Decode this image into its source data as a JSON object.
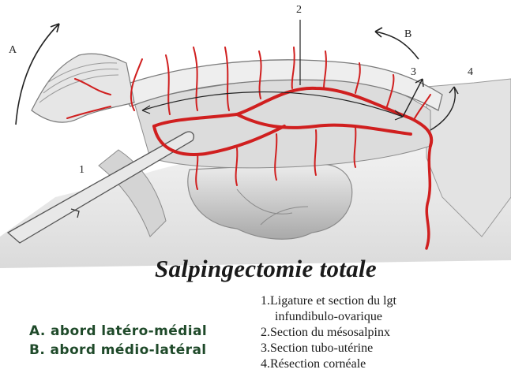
{
  "title": "Salpingectomie totale",
  "callouts": {
    "a": "A",
    "b": "B",
    "n1": "1",
    "n2": "2",
    "n3": "3",
    "n4": "4"
  },
  "approaches": [
    "A. abord latéro-médial",
    "B. abord médio-latéral"
  ],
  "steps": [
    {
      "num": "1.",
      "text": "Ligature et section du lgt",
      "cont": "infundibulo-ovarique"
    },
    {
      "num": "2.",
      "text": "Section du mésosalpinx"
    },
    {
      "num": "3.",
      "text": "Section tubo-utérine"
    },
    {
      "num": "4.",
      "text": "Résection cornéale"
    }
  ],
  "colors": {
    "vessel": "#d01f1f",
    "tissue": "#d6d6d6",
    "approach_text": "#1f4a2a"
  }
}
